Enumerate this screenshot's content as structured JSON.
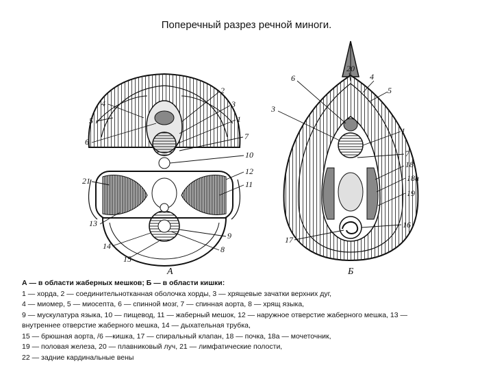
{
  "title": "Поперечный разрез речной миноги.",
  "figure": {
    "section_a_letter": "А",
    "section_b_letter": "Б",
    "labels_a": [
      "4",
      "2",
      "3",
      "5",
      "1",
      "6",
      "7",
      "10",
      "12",
      "21",
      "11",
      "13",
      "14",
      "9",
      "15",
      "8"
    ],
    "labels_b": [
      "6",
      "20",
      "4",
      "5",
      "3",
      "1",
      "7",
      "18",
      "18а",
      "19",
      "17",
      "16"
    ]
  },
  "caption": {
    "heading": "А — в области жаберных мешков; Б — в области кишки:",
    "lines": [
      "1 — хорда, 2 — соединительнотканная оболочка хорды, 3 — хрящевые зачатки верхних дуг,",
      "4 — миомер, 5 — миосепта, 6 — спинной мозг, 7 — спинная аорта, 8 — хрящ языка,",
      "9 — мускулатура языка, 10 — пищевод, 11 — жаберный мешок, 12 — наружное отверстие жаберного мешка, 13 —",
      "внутреннее отверстие жаберного мешка, 14 — дыхательная трубка,",
      "15 — брюшная аорта, /6 —кишка, 17 — спиральный клапан, 18 — почка, 18а — мочеточник,",
      "19 — половая железа, 20 — плавниковый луч, 21 — лимфатические полости,",
      "22 — задние кардинальные вены"
    ]
  }
}
